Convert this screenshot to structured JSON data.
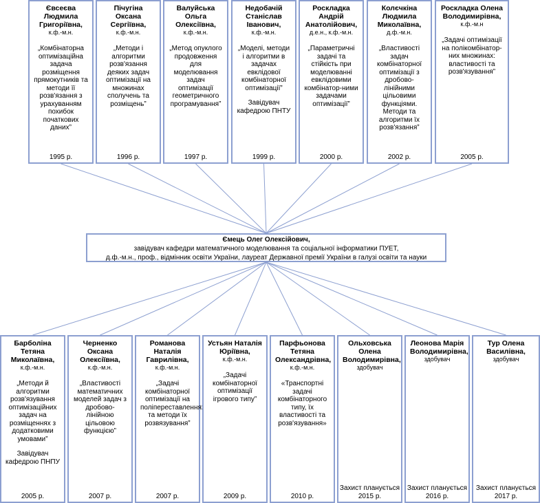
{
  "center": {
    "name": "Ємець Олег Олексійович,",
    "line1": "завідувач кафедри математичного моделювання та соціальної інформатики ПУЕТ,",
    "line2": "д.ф.-м.н., проф., відмінник освіти України, лауреат Державної премії України в галузі освіти та науки"
  },
  "top": [
    {
      "name": "Євсеєва Людмила Григоріївна,",
      "degree": "к.ф.-м.н.",
      "topic": "„Комбінаторна оптимізаційна задача розміщення прямокутників та методи її розв'язання з урахуванням похибок початкових даних”",
      "note": "",
      "year": "1995 р."
    },
    {
      "name": "Пічугіна Оксана Сергіївна,",
      "degree": "к.ф.-м.н.",
      "topic": "„Методи і алгоритми розв'язання деяких задач оптимізації на множинах сполучень та розміщень”",
      "note": "",
      "year": "1996 р."
    },
    {
      "name": "Валуйська Ольга Олексіївна,",
      "degree": "к.ф.-м.н.",
      "topic": "„Метод опуклого продовження для моделювання задач оптимізації геометричного програмування”",
      "note": "",
      "year": "1997 р."
    },
    {
      "name": "Недобачій Станіслав Іванович,",
      "degree": "к.ф.-м.н.",
      "topic": "„Моделі, методи і алгоритми в задачах евклідової комбінаторної оптимізації”",
      "note": "Завідувач кафедрою ПНТУ",
      "year": "1999 р."
    },
    {
      "name": "Роскладка Андрій Анатолійович,",
      "degree": "д.е.н., к.ф.-м.н.",
      "topic": "„Параметричні задачі та стійкість при моделюванні евклідовими комбінатор-ними задачами оптимізації”",
      "note": "",
      "year": "2000 р."
    },
    {
      "name": "Колєчкіна Людмила Миколаївна,",
      "degree": "д.ф.-м.н.",
      "topic": "„Властивості задач комбінаторної оптимізації з дробово-лінійними цільовими функціями. Методи та алгоритми їх розв'язання”",
      "note": "",
      "year": "2002 р."
    },
    {
      "name": "Роскладка Олена Володимирівна,",
      "degree": "к.ф.-м.н",
      "topic": "„Задачі оптимізації на полікомбінатор-них множинах: властивості та розв'язування”",
      "note": "",
      "year": "2005 р."
    }
  ],
  "bottom": [
    {
      "name": "Барболіна Тетяна Миколаївна,",
      "degree": "к.ф.-м.н.",
      "topic": "„Методи й алгоритми розв'язування оптимізаційних задач на розміщеннях з додатковими умовами”",
      "note": "Завідувач кафедрою ПНПУ",
      "year": "2005 р."
    },
    {
      "name": "Черненко Оксана Олексіївна,",
      "degree": "к.ф.-м.н.",
      "topic": "„Властивості математичних моделей задач з дробово-лінійною цільовою функцією”",
      "note": "",
      "year": "2007 р."
    },
    {
      "name": "Романова Наталія Гаврилівна,",
      "degree": "к.ф.-м.н.",
      "topic": "„Задачі комбінаторної оптимізації на поліпереставленнях та методи їх розвязування”",
      "note": "",
      "year": "2007 р."
    },
    {
      "name": "Устьян Наталія Юріївна,",
      "degree": "к.ф.-м.н.",
      "topic": "„Задачі комбінаторної оптимізації ігрового типу”",
      "note": "",
      "year": "2009 р."
    },
    {
      "name": "Парфьонова Тетяна Олександрівна,",
      "degree": "к.ф.-м.н.",
      "topic": "«Транспортні задачі комбінаторного типу, їх властивості та розв'язування»",
      "note": "",
      "year": "2010 р."
    },
    {
      "name": "Ольховська Олена Володимирівна,",
      "degree": "здобувач",
      "topic": "",
      "note": "Захист планується",
      "year": "2015 р."
    },
    {
      "name": "Леонова Марія Володимирівна,",
      "degree": "здобувач",
      "topic": "",
      "note": "Захист планується",
      "year": "2016 р."
    },
    {
      "name": "Тур Олена Василівна,",
      "degree": "здобувач",
      "topic": "",
      "note": "Захист планується",
      "year": "2017 р."
    }
  ]
}
